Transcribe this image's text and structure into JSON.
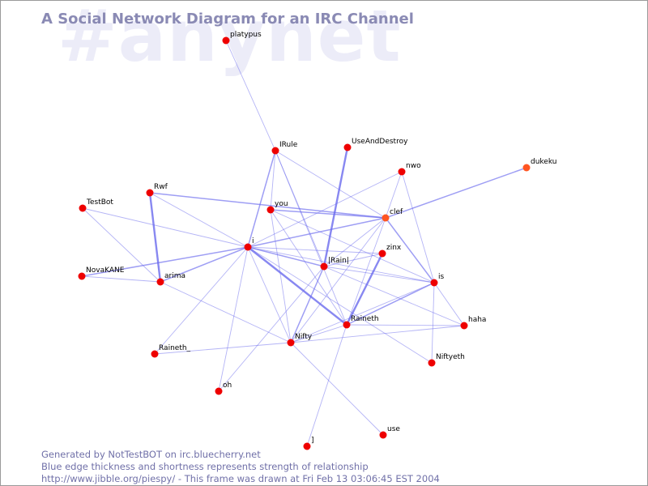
{
  "watermark": "#anynet",
  "title": "A Social Network Diagram for an IRC Channel",
  "colors": {
    "edge": "#6a6aee",
    "node": "#ee0000",
    "node_recent": "#ff5522",
    "title": "#8a8ab4",
    "watermark": "#ececf8"
  },
  "nodes": [
    {
      "id": "platypus",
      "label": "platypus"
    },
    {
      "id": "IRule",
      "label": "IRule"
    },
    {
      "id": "UseAndDestroy",
      "label": "UseAndDestroy"
    },
    {
      "id": "nwo",
      "label": "nwo"
    },
    {
      "id": "dukeku",
      "label": "dukeku",
      "recent": true
    },
    {
      "id": "Rwf",
      "label": "Rwf"
    },
    {
      "id": "TestBot",
      "label": "TestBot"
    },
    {
      "id": "you",
      "label": "you"
    },
    {
      "id": "clef",
      "label": "clef",
      "recent": true
    },
    {
      "id": "i",
      "label": "i"
    },
    {
      "id": "zinx",
      "label": "zinx"
    },
    {
      "id": "Rain",
      "label": "|Rain|"
    },
    {
      "id": "NovaKANE",
      "label": "NovaKANE"
    },
    {
      "id": "arima",
      "label": "arima"
    },
    {
      "id": "is",
      "label": "is"
    },
    {
      "id": "Raineth",
      "label": "Raineth"
    },
    {
      "id": "haha",
      "label": "haha"
    },
    {
      "id": "Nifty",
      "label": "Nifty"
    },
    {
      "id": "Raineth_",
      "label": "Raineth_"
    },
    {
      "id": "Niftyeth",
      "label": "Niftyeth"
    },
    {
      "id": "oh",
      "label": "oh"
    },
    {
      "id": "use",
      "label": "use"
    },
    {
      "id": "bracket",
      "label": "]"
    }
  ],
  "edges": [
    [
      "platypus",
      "IRule",
      1
    ],
    [
      "IRule",
      "i",
      2
    ],
    [
      "IRule",
      "clef",
      1
    ],
    [
      "IRule",
      "you",
      1
    ],
    [
      "IRule",
      "Rain",
      1
    ],
    [
      "IRule",
      "Raineth",
      1
    ],
    [
      "UseAndDestroy",
      "Rain",
      3
    ],
    [
      "nwo",
      "clef",
      1
    ],
    [
      "nwo",
      "i",
      1
    ],
    [
      "nwo",
      "is",
      1
    ],
    [
      "dukeku",
      "clef",
      2
    ],
    [
      "Rwf",
      "arima",
      3
    ],
    [
      "Rwf",
      "clef",
      2
    ],
    [
      "Rwf",
      "i",
      1
    ],
    [
      "TestBot",
      "arima",
      1
    ],
    [
      "TestBot",
      "i",
      1
    ],
    [
      "you",
      "clef",
      2
    ],
    [
      "you",
      "Nifty",
      1
    ],
    [
      "you",
      "Raineth",
      1
    ],
    [
      "you",
      "is",
      1
    ],
    [
      "clef",
      "i",
      2
    ],
    [
      "clef",
      "Nifty",
      1
    ],
    [
      "clef",
      "Rain",
      1
    ],
    [
      "clef",
      "is",
      2
    ],
    [
      "clef",
      "Raineth",
      1
    ],
    [
      "i",
      "arima",
      2
    ],
    [
      "i",
      "NovaKANE",
      2
    ],
    [
      "i",
      "Rain",
      2
    ],
    [
      "i",
      "Raineth",
      3
    ],
    [
      "i",
      "Nifty",
      1
    ],
    [
      "i",
      "Niftyeth",
      1
    ],
    [
      "i",
      "is",
      1
    ],
    [
      "i",
      "Raineth_",
      1
    ],
    [
      "i",
      "zinx",
      1
    ],
    [
      "i",
      "oh",
      1
    ],
    [
      "zinx",
      "Raineth",
      3
    ],
    [
      "zinx",
      "Rain",
      1
    ],
    [
      "Rain",
      "Nifty",
      2
    ],
    [
      "Rain",
      "is",
      1
    ],
    [
      "Rain",
      "oh",
      1
    ],
    [
      "Rain",
      "haha",
      1
    ],
    [
      "NovaKANE",
      "arima",
      1
    ],
    [
      "arima",
      "Nifty",
      1
    ],
    [
      "is",
      "Raineth",
      2
    ],
    [
      "is",
      "Nifty",
      1
    ],
    [
      "is",
      "haha",
      1
    ],
    [
      "is",
      "Niftyeth",
      1
    ],
    [
      "Raineth",
      "haha",
      1
    ],
    [
      "Raineth",
      "Nifty",
      1
    ],
    [
      "Raineth",
      "bracket",
      1
    ],
    [
      "Nifty",
      "Raineth_",
      1
    ],
    [
      "Nifty",
      "use",
      1
    ],
    [
      "Nifty",
      "haha",
      1
    ]
  ],
  "footer": {
    "line1": "Generated by NotTestBOT on irc.bluecherry.net",
    "line2": "Blue edge thickness and shortness represents strength of relationship",
    "line3": "http://www.jibble.org/piespy/ - This frame was drawn at Fri Feb 13 03:06:45 EST 2004"
  }
}
